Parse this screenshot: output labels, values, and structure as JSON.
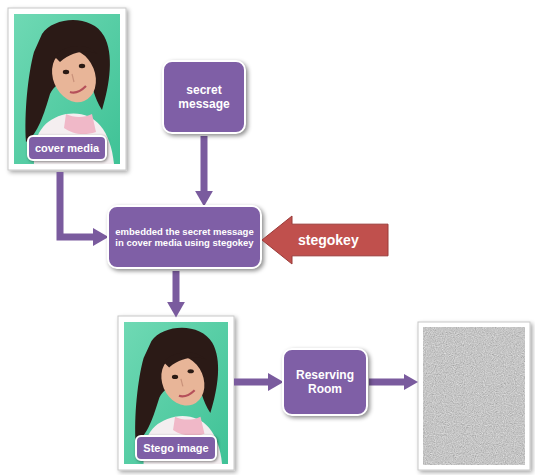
{
  "diagram": {
    "nodes": [
      {
        "text": [
          "cover media"
        ]
      },
      {
        "text": [
          "secret message"
        ]
      },
      {
        "text": [
          "embedded the secret message in cover media using stegokey"
        ]
      },
      {
        "text": [
          "stegokey"
        ]
      },
      {
        "text": [
          "Stego image"
        ]
      },
      {
        "text": [
          "Reserving Room"
        ]
      }
    ],
    "edges": [
      {
        "from": 0,
        "to": 2,
        "arrow": "to"
      },
      {
        "from": 1,
        "to": 2,
        "arrow": "to"
      },
      {
        "from": 2,
        "to": 4,
        "arrow": "to"
      },
      {
        "from": 4,
        "to": 5,
        "arrow": "to"
      }
    ]
  }
}
